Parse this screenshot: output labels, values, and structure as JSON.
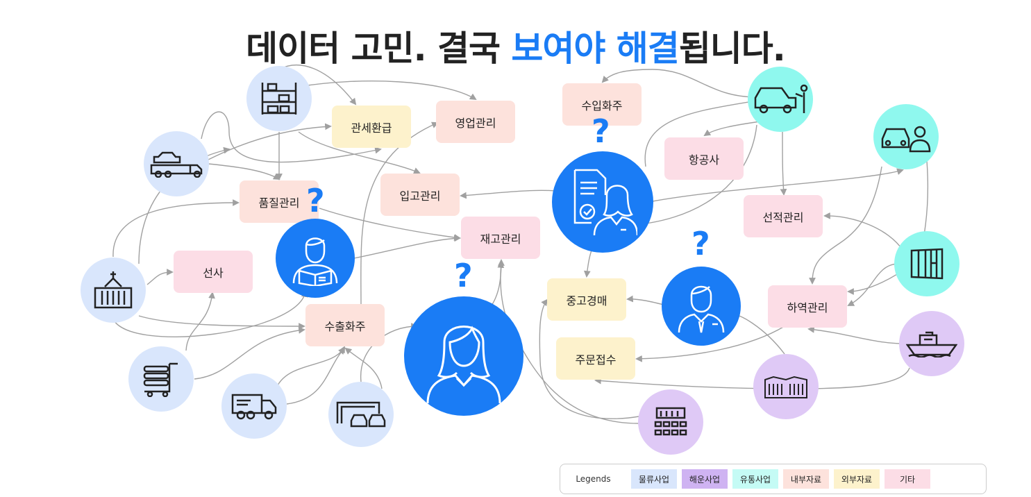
{
  "title": {
    "part1": "데이터 고민. 결국 ",
    "highlight": "보여야 해결",
    "part2": "됩니다."
  },
  "boxes": {
    "customs_refund": "관세환급",
    "sales_mgmt": "영업관리",
    "import_shipper": "수입화주",
    "airline": "항공사",
    "receiving_mgmt": "입고관리",
    "quality_mgmt": "품질관리",
    "inventory_mgmt": "재고관리",
    "shipping_mgmt": "선적관리",
    "shipping_line": "선사",
    "used_auction": "중고경매",
    "unloading_mgmt": "하역관리",
    "export_shipper": "수출화주",
    "order_intake": "주문접수"
  },
  "question_mark": "?",
  "legend": {
    "title": "Legends",
    "items": [
      {
        "label": "물류사업",
        "color": "#d9e6fc"
      },
      {
        "label": "해운사업",
        "color": "#cfb3f2"
      },
      {
        "label": "유통사업",
        "color": "#c5fbf5"
      },
      {
        "label": "내부자료",
        "color": "#fde2dc"
      },
      {
        "label": "외부자료",
        "color": "#fdf2cc"
      },
      {
        "label": "기타",
        "color": "#fcdde6"
      }
    ]
  }
}
